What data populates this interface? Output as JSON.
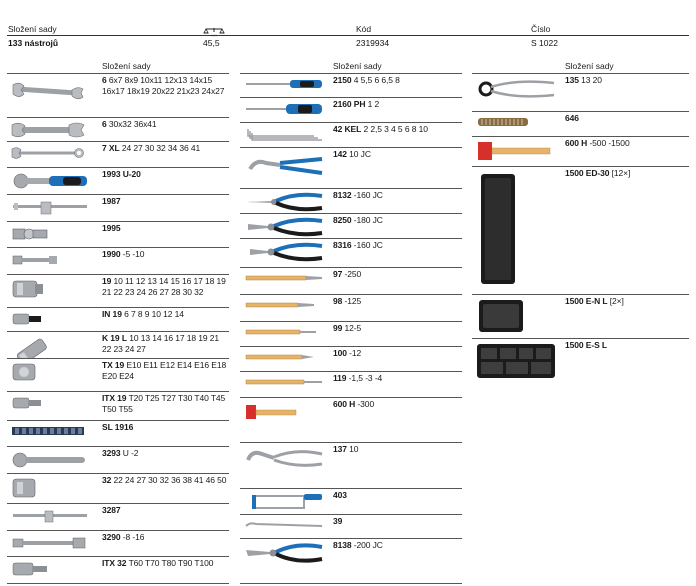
{
  "header": {
    "col1_label": "Složení sady",
    "col1_value": "133 nástrojů",
    "col2_value": "45,5",
    "col3_label": "Kód",
    "col3_value": "2319934",
    "col4_label": "Číslo",
    "col4_value": "S 1022"
  },
  "columns": [
    {
      "title": "Složení sady",
      "rows": [
        {
          "code": "6",
          "sizes": "6x7 8x9 10x11 12x13 14x15 16x17 18x19 20x22 21x23 24x27",
          "icon": "double-open-end-spanner-icon"
        },
        {
          "code": "6",
          "sizes": "30x32 36x41",
          "icon": "large-open-end-spanner-icon"
        },
        {
          "code": "7 XL",
          "sizes": "24 27 30 32 34 36 41",
          "icon": "combination-spanner-icon"
        },
        {
          "code": "1993 U-20",
          "sizes": "",
          "icon": "ratchet-icon"
        },
        {
          "code": "1987",
          "sizes": "",
          "icon": "sliding-t-bar-icon"
        },
        {
          "code": "1995",
          "sizes": "",
          "icon": "universal-joint-icon"
        },
        {
          "code": "1990",
          "sizes": "-5 -10",
          "icon": "extension-bar-icon"
        },
        {
          "code": "19",
          "sizes": "10 11 12 13 14 15 16 17 18 19 21 22 23 24 26 27 28 30 32",
          "icon": "socket-icon"
        },
        {
          "code": "IN 19",
          "sizes": "6 7 8 9 10 12 14",
          "icon": "hex-bit-socket-icon"
        },
        {
          "code": "K 19 L",
          "sizes": "10 13 14 16 17 18 19 21 22 23 24 27",
          "icon": "deep-socket-icon"
        },
        {
          "code": "TX 19",
          "sizes": "E10 E11 E12 E14 E16 E18 E20 E24",
          "icon": "torx-socket-icon"
        },
        {
          "code": "ITX 19",
          "sizes": "T20 T25 T27 T30 T40 T45 T50 T55",
          "icon": "torx-bit-socket-icon"
        },
        {
          "code": "SL 1916",
          "sizes": "",
          "icon": "socket-rail-icon"
        },
        {
          "code": "3293",
          "sizes": "U -2",
          "icon": "ratchet-large-icon"
        },
        {
          "code": "32",
          "sizes": "22 24 27 30 32 36 38 41 46 50",
          "icon": "large-socket-icon"
        },
        {
          "code": "3287",
          "sizes": "",
          "icon": "t-bar-icon"
        },
        {
          "code": "3290",
          "sizes": "-8 -16",
          "icon": "long-extension-icon"
        },
        {
          "code": "ITX 32",
          "sizes": "T60 T70 T80 T90 T100",
          "icon": "large-torx-bit-socket-icon"
        }
      ]
    },
    {
      "title": "Složení sady",
      "rows": [
        {
          "code": "2150",
          "sizes": "4 5,5 6 6,5 8",
          "icon": "flat-screwdriver-icon"
        },
        {
          "code": "2160 PH",
          "sizes": "1 2",
          "icon": "phillips-screwdriver-icon"
        },
        {
          "code": "42 KEL",
          "sizes": "2 2,5 3 4 5 6 8 10",
          "icon": "hex-key-icon"
        },
        {
          "code": "142",
          "sizes": "10 JC",
          "icon": "water-pump-pliers-icon"
        },
        {
          "code": "8132",
          "sizes": "-160 JC",
          "icon": "long-nose-pliers-icon"
        },
        {
          "code": "8250",
          "sizes": "-180 JC",
          "icon": "combination-pliers-icon"
        },
        {
          "code": "8316",
          "sizes": "-160 JC",
          "icon": "side-cutter-icon"
        },
        {
          "code": "97",
          "sizes": "-250",
          "icon": "chisel-icon"
        },
        {
          "code": "98",
          "sizes": "-125",
          "icon": "cape-chisel-icon"
        },
        {
          "code": "99",
          "sizes": "12-5",
          "icon": "pin-punch-icon"
        },
        {
          "code": "100",
          "sizes": "-12",
          "icon": "centre-punch-icon"
        },
        {
          "code": "119",
          "sizes": "-1,5 -3 -4",
          "icon": "drift-punch-icon"
        },
        {
          "code": "600 H",
          "sizes": "-300",
          "icon": "hammer-icon"
        },
        {
          "code": "137",
          "sizes": "10",
          "icon": "locking-pliers-icon"
        },
        {
          "code": "403",
          "sizes": "",
          "icon": "hacksaw-icon"
        },
        {
          "code": "39",
          "sizes": "",
          "icon": "scraper-icon"
        },
        {
          "code": "8138",
          "sizes": "-200 JC",
          "icon": "bent-nose-pliers-icon"
        }
      ]
    },
    {
      "title": "Složení sady",
      "rows": [
        {
          "code": "135",
          "sizes": "13 20",
          "icon": "pincers-icon"
        },
        {
          "code": "646",
          "sizes": "",
          "icon": "wire-brush-icon"
        },
        {
          "code": "600 H",
          "sizes": "-500 -1500",
          "icon": "large-hammer-icon"
        },
        {
          "code": "1500 ED-30",
          "sizes": "[12×]",
          "icon": "foam-insert-icon"
        },
        {
          "code": "1500 E-N L",
          "sizes": "[2×]",
          "icon": "tray-icon"
        },
        {
          "code": "1500 E-S L",
          "sizes": "",
          "icon": "compartment-tray-icon"
        }
      ]
    }
  ],
  "colors": {
    "blue": "#1d6fb8",
    "black": "#1b1b1b",
    "steel": "#b9bcc0",
    "wood": "#e7b36a",
    "red": "#d7302a",
    "grey": "#8c8f93"
  }
}
